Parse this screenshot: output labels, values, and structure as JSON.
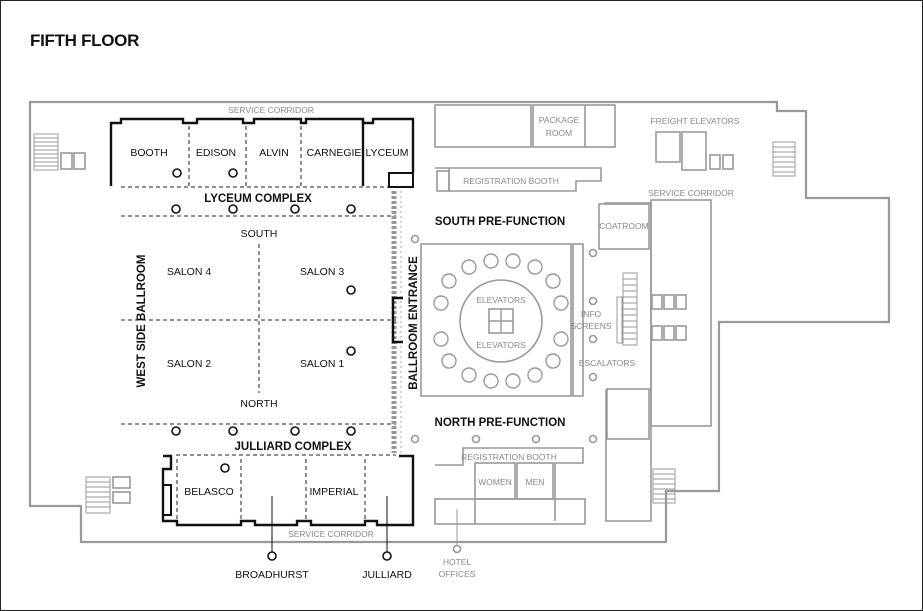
{
  "title": "FIFTH FLOOR",
  "corridors": {
    "top": "SERVICE CORRIDOR",
    "bottom": "SERVICE CORRIDOR",
    "right": "SERVICE CORRIDOR"
  },
  "lyceum_rooms": [
    "BOOTH",
    "EDISON",
    "ALVIN",
    "CARNEGIE",
    "LYCEUM"
  ],
  "lyceum_complex": "LYCEUM COMPLEX",
  "julliard_complex": "JULLIARD COMPLEX",
  "ballroom": {
    "name": "WEST SIDE BALLROOM",
    "south": "SOUTH",
    "north": "NORTH",
    "salons": [
      "SALON 4",
      "SALON 3",
      "SALON 2",
      "SALON 1"
    ],
    "entrance": "BALLROOM ENTRANCE"
  },
  "julliard_rooms": [
    "BELASCO",
    "IMPERIAL"
  ],
  "callouts": {
    "broadhurst": "BROADHURST",
    "julliard": "JULLIARD",
    "hotel_offices_1": "HOTEL",
    "hotel_offices_2": "OFFICES"
  },
  "core": {
    "south_prefunction": "SOUTH PRE-FUNCTION",
    "north_prefunction": "NORTH PRE-FUNCTION",
    "registration_top": "REGISTRATION BOOTH",
    "registration_bottom": "REGISTRATION BOOTH",
    "elevators_top": "ELEVATORS",
    "elevators_bottom": "ELEVATORS",
    "coatroom": "COATROOM",
    "info_1": "INFO",
    "info_2": "SCREENS",
    "escalators": "ESCALATORS",
    "women": "WOMEN",
    "men": "MEN",
    "package_1": "PACKAGE",
    "package_2": "ROOM",
    "freight": "FREIGHT ELEVATORS"
  }
}
